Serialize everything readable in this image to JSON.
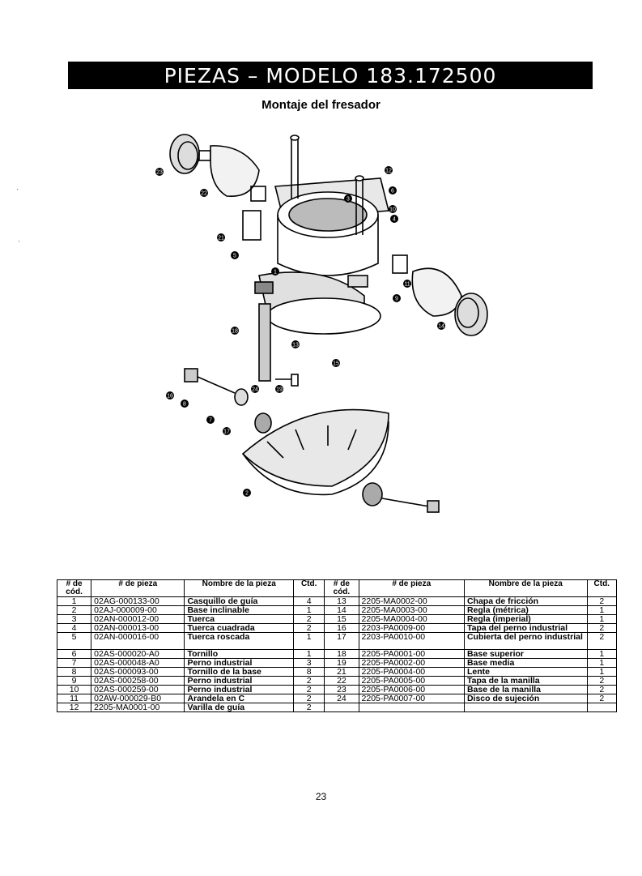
{
  "header": {
    "title": "PIEZAS – MODELO 183.172500",
    "subtitle": "Montaje del fresador"
  },
  "callouts": [
    "23",
    "22",
    "21",
    "5",
    "1",
    "12",
    "6",
    "10",
    "4",
    "3",
    "9",
    "11",
    "14",
    "13",
    "18",
    "15",
    "16",
    "8",
    "7",
    "17",
    "24",
    "2",
    "19"
  ],
  "table": {
    "headers": [
      "# de cód.",
      "# de pieza",
      "Nombre de la pieza",
      "Ctd.",
      "# de cód.",
      "# de pieza",
      "Nombre de la pieza",
      "Ctd."
    ],
    "rows": [
      [
        "1",
        "02AG-000133-00",
        "Casquillo de guía",
        "4",
        "13",
        "2205-MA0002-00",
        "Chapa de fricción",
        "2"
      ],
      [
        "2",
        "02AJ-000009-00",
        "Base inclinable",
        "1",
        "14",
        "2205-MA0003-00",
        "Regla (métrica)",
        "1"
      ],
      [
        "3",
        "02AN-000012-00",
        "Tuerca",
        "2",
        "15",
        "2205-MA0004-00",
        "Regla (imperial)",
        "1"
      ],
      [
        "4",
        "02AN-000013-00",
        "Tuerca cuadrada",
        "2",
        "16",
        "2203-PA0009-00",
        "Tapa del perno industrial",
        "2"
      ],
      [
        "5",
        "02AN-000016-00",
        "Tuerca roscada",
        "1",
        "17",
        "2203-PA0010-00",
        "Cubierta del perno industrial",
        "2"
      ],
      [
        "6",
        "02AS-000020-A0",
        "Tornillo",
        "1",
        "18",
        "2205-PA0001-00",
        "Base superior",
        "1"
      ],
      [
        "7",
        "02AS-000048-A0",
        "Perno industrial",
        "3",
        "19",
        "2205-PA0002-00",
        "Base media",
        "1"
      ],
      [
        "8",
        "02AS-000093-00",
        "Tornillo de la base",
        "8",
        "21",
        "2205-PA0004-00",
        "Lente",
        "1"
      ],
      [
        "9",
        "02AS-000258-00",
        "Perno industrial",
        "2",
        "22",
        "2205-PA0005-00",
        "Tapa de la manilla",
        "2"
      ],
      [
        "10",
        "02AS-000259-00",
        "Perno industrial",
        "2",
        "23",
        "2205-PA0006-00",
        "Base de la manilla",
        "2"
      ],
      [
        "11",
        "02AW-000029-B0",
        "Arandela en C",
        "2",
        "24",
        "2205-PA0007-00",
        "Disco de sujeción",
        "2"
      ],
      [
        "12",
        "2205-MA0001-00",
        "Varilla de guía",
        "2",
        "",
        "",
        "",
        ""
      ]
    ]
  },
  "footer": {
    "page_number": "23"
  }
}
